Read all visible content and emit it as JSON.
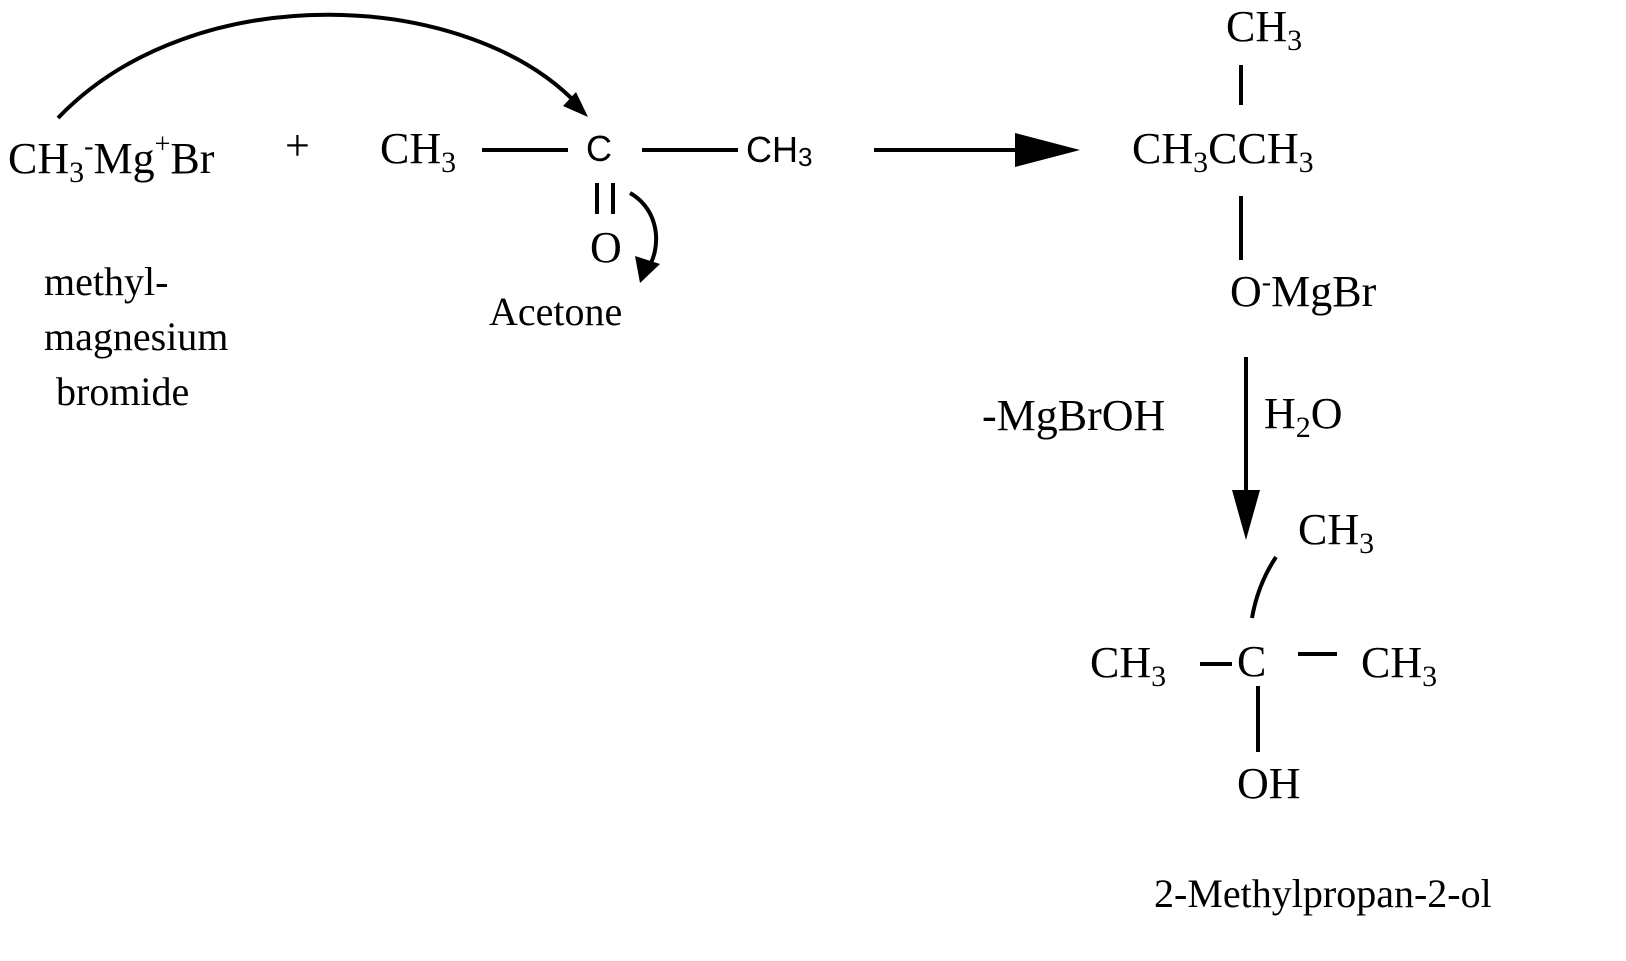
{
  "reactant1": {
    "formula": {
      "a": "CH",
      "b": "3",
      "c": "-",
      "d": "Mg",
      "e": "+",
      "f": "Br"
    },
    "name": [
      "methyl-",
      "magnesium",
      "bromide"
    ]
  },
  "plus": "+",
  "reactant2": {
    "left": {
      "a": "CH",
      "b": "3"
    },
    "center": "C",
    "right": {
      "a": "CH",
      "b": "3"
    },
    "oxygen": "O",
    "name": "Acetone"
  },
  "intermediate": {
    "top": {
      "a": "CH",
      "b": "3"
    },
    "middle": {
      "a": "CH",
      "b": "3",
      "c": "CCH",
      "d": "3"
    },
    "bottom": {
      "a": "O",
      "b": "-",
      "c": "MgBr"
    }
  },
  "step2": {
    "byproduct": "-MgBrOH",
    "reagent": {
      "a": "H",
      "b": "2",
      "c": "O"
    }
  },
  "product": {
    "top": {
      "a": "CH",
      "b": "3"
    },
    "left": {
      "a": "CH",
      "b": "3"
    },
    "center": "C",
    "right": {
      "a": "CH",
      "b": "3"
    },
    "bottom": "OH",
    "name": "2-Methylpropan-2-ol"
  }
}
